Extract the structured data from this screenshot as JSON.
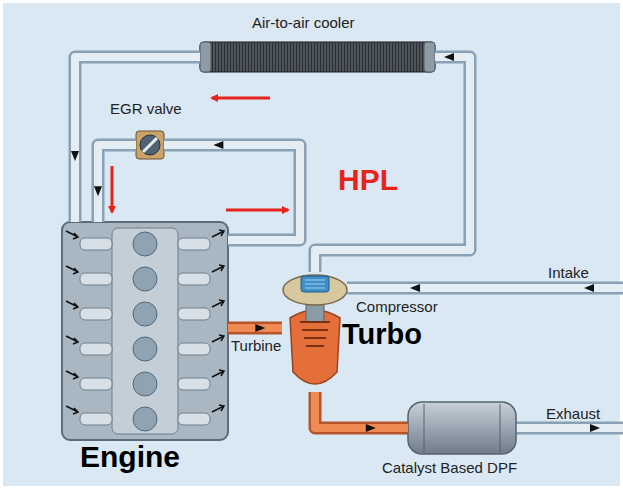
{
  "diagram": {
    "nodes": [
      {
        "text": [
          "Air-to-air cooler"
        ]
      },
      {
        "text": [
          "EGR valve"
        ]
      },
      {
        "text": [
          "Engine"
        ]
      },
      {
        "text": [
          "Compressor",
          "Turbo",
          "Turbine"
        ]
      },
      {
        "text": [
          "Catalyst Based DPF"
        ]
      }
    ],
    "edges": [
      {
        "from": 3,
        "to": 0,
        "arrow": "to"
      },
      {
        "from": 0,
        "to": 2,
        "arrow": "to"
      },
      {
        "from": 2,
        "to": 1,
        "arrow": "to"
      },
      {
        "from": 1,
        "to": 2,
        "arrow": "to"
      },
      {
        "from": 2,
        "to": 3,
        "arrow": "to"
      },
      {
        "from": 3,
        "to": 4,
        "arrow": "to"
      }
    ],
    "labels": [
      "HPL",
      "Intake",
      "Exhaust"
    ]
  }
}
